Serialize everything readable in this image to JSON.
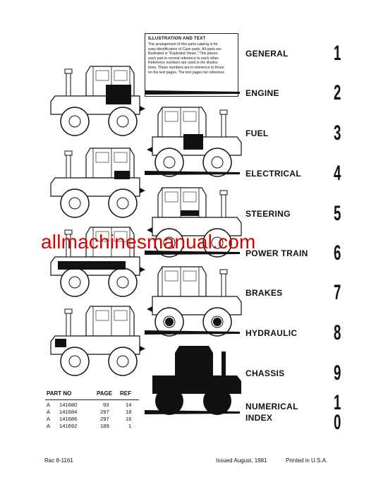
{
  "illustration_box": {
    "title": "ILLUSTRATION AND TEXT",
    "lines": [
      "The arrangement of this parts catalog is for",
      "easy identification of Case parts. All parts are",
      "illustrated in \"Exploded Views.\" This places",
      "each part in normal reference to each other.",
      "Reference numbers are used in the illustra-",
      "tions. These numbers are in reference to those",
      "on the text pages. The text pages list reference"
    ]
  },
  "sections": [
    {
      "label": "GENERAL",
      "number": "1"
    },
    {
      "label": "ENGINE",
      "number": "2"
    },
    {
      "label": "FUEL",
      "number": "3"
    },
    {
      "label": "ELECTRICAL",
      "number": "4"
    },
    {
      "label": "STEERING",
      "number": "5"
    },
    {
      "label": "POWER TRAIN",
      "number": "6"
    },
    {
      "label": "BRAKES",
      "number": "7"
    },
    {
      "label": "HYDRAULIC",
      "number": "8"
    },
    {
      "label": "CHASSIS",
      "number": "9"
    },
    {
      "label_line1": "NUMERICAL",
      "label_line2": "INDEX",
      "number_line1": "1",
      "number_line2": "0"
    }
  ],
  "watermark": "allmachinesmanual.com",
  "parts_table": {
    "headers": [
      "PART NO",
      "PAGE",
      "REF"
    ],
    "rows": [
      {
        "prefix": "A",
        "part_no": "141680",
        "page": "93",
        "ref": "14"
      },
      {
        "prefix": "A",
        "part_no": "141684",
        "page": "297",
        "ref": "18"
      },
      {
        "prefix": "A",
        "part_no": "141686",
        "page": "297",
        "ref": "16"
      },
      {
        "prefix": "A",
        "part_no": "141692",
        "page": "189",
        "ref": "1"
      }
    ]
  },
  "footer": {
    "code": "Rac 8-1161",
    "issued": "Issued August, 1981",
    "printed": "Printed in U.S.A."
  },
  "colors": {
    "ink": "#111111",
    "watermark": "#d40000"
  }
}
